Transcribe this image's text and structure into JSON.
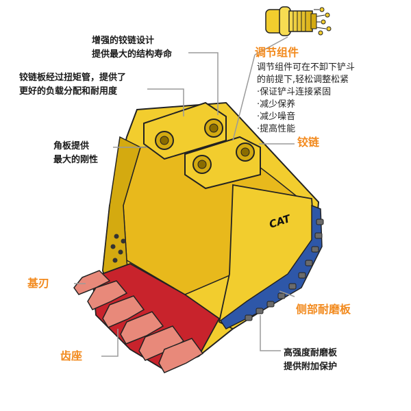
{
  "labels": {
    "hinge_design": [
      "增强的铰链设计",
      "提供最大的结构寿命"
    ],
    "hinge_plate": [
      "铰链板经过扭矩管，提供了",
      "更好的负载分配和耐用度"
    ],
    "gusset": [
      "角板提供",
      "最大的刚性"
    ],
    "base_edge": "基刃",
    "adapter": "齿座",
    "adjuster_title": "调节组件",
    "adjuster_desc": [
      "调节组件可在不卸下铲斗",
      "的前提下,轻松调整松紧",
      "·保证铲斗连接紧固",
      "·减少保养",
      "·减少噪音",
      "·提高性能"
    ],
    "hinge": "铰链",
    "side_wear": "侧部耐磨板",
    "wear_strip": [
      "高强度耐磨板",
      "提供附加保护"
    ]
  },
  "logo_text": "CAT",
  "colors": {
    "bucket_yellow": "#f2cd2e",
    "bucket_shadow": "#d4aa10",
    "interior": "#e8b91c",
    "cutting_red": "#c8232c",
    "wear_blue": "#2e57a8",
    "tooth_pink": "#e8897a",
    "label_orange": "#f28a1e",
    "leader_gray": "#9a9a9a"
  }
}
